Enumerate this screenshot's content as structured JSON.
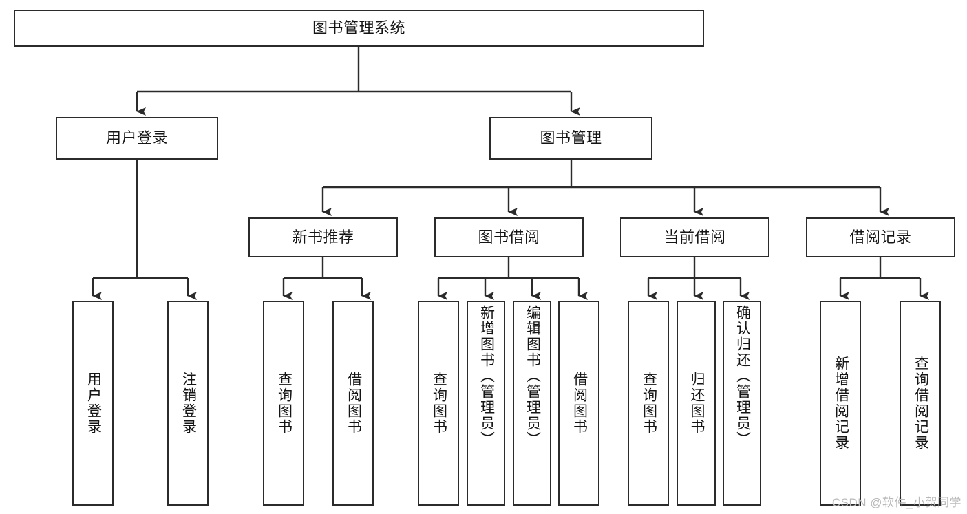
{
  "diagram": {
    "title": "图书管理系统",
    "root": {
      "label": "图书管理系统"
    },
    "level2": [
      {
        "label": "用户登录"
      },
      {
        "label": "图书管理"
      }
    ],
    "level3": [
      {
        "label": "新书推荐"
      },
      {
        "label": "图书借阅"
      },
      {
        "label": "当前借阅"
      },
      {
        "label": "借阅记录"
      }
    ],
    "leaves": {
      "user_login": [
        {
          "label": "用户登录"
        },
        {
          "label": "注销登录"
        }
      ],
      "new_book_recommend": [
        {
          "label": "查询图书"
        },
        {
          "label": "借阅图书"
        }
      ],
      "book_borrow": [
        {
          "label": "查询图书"
        },
        {
          "label": "新增图书（管理员）"
        },
        {
          "label": "编辑图书（管理员）"
        },
        {
          "label": "借阅图书"
        }
      ],
      "current_borrow": [
        {
          "label": "查询图书"
        },
        {
          "label": "归还图书"
        },
        {
          "label": "确认归还（管理员）"
        }
      ],
      "borrow_record": [
        {
          "label": "新增借阅记录"
        },
        {
          "label": "查询借阅记录"
        }
      ]
    }
  },
  "watermark": {
    "text": "CSDN @软件_小贺同学"
  },
  "colors": {
    "stroke": "#2b2b2b",
    "background": "#ffffff",
    "text": "#151515",
    "watermark": "#b9b9b9"
  }
}
